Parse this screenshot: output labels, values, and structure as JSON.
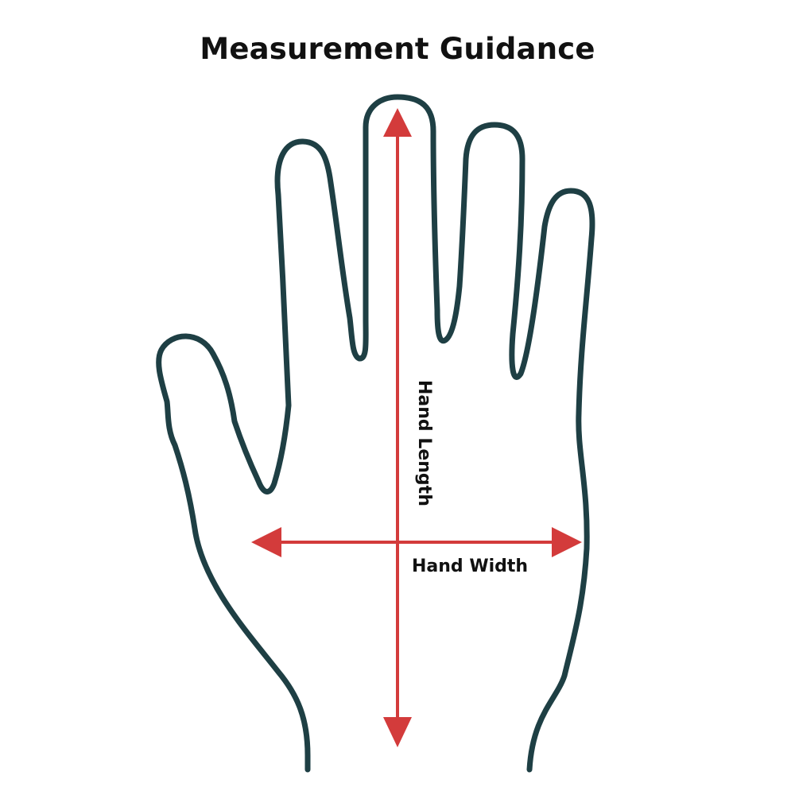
{
  "title": "Measurement Guidance",
  "labels": {
    "length": "Hand Length",
    "width": "Hand Width"
  },
  "colors": {
    "outline": "#1e3f44",
    "arrow": "#d33b3b",
    "text": "#111111",
    "background": "#ffffff"
  }
}
